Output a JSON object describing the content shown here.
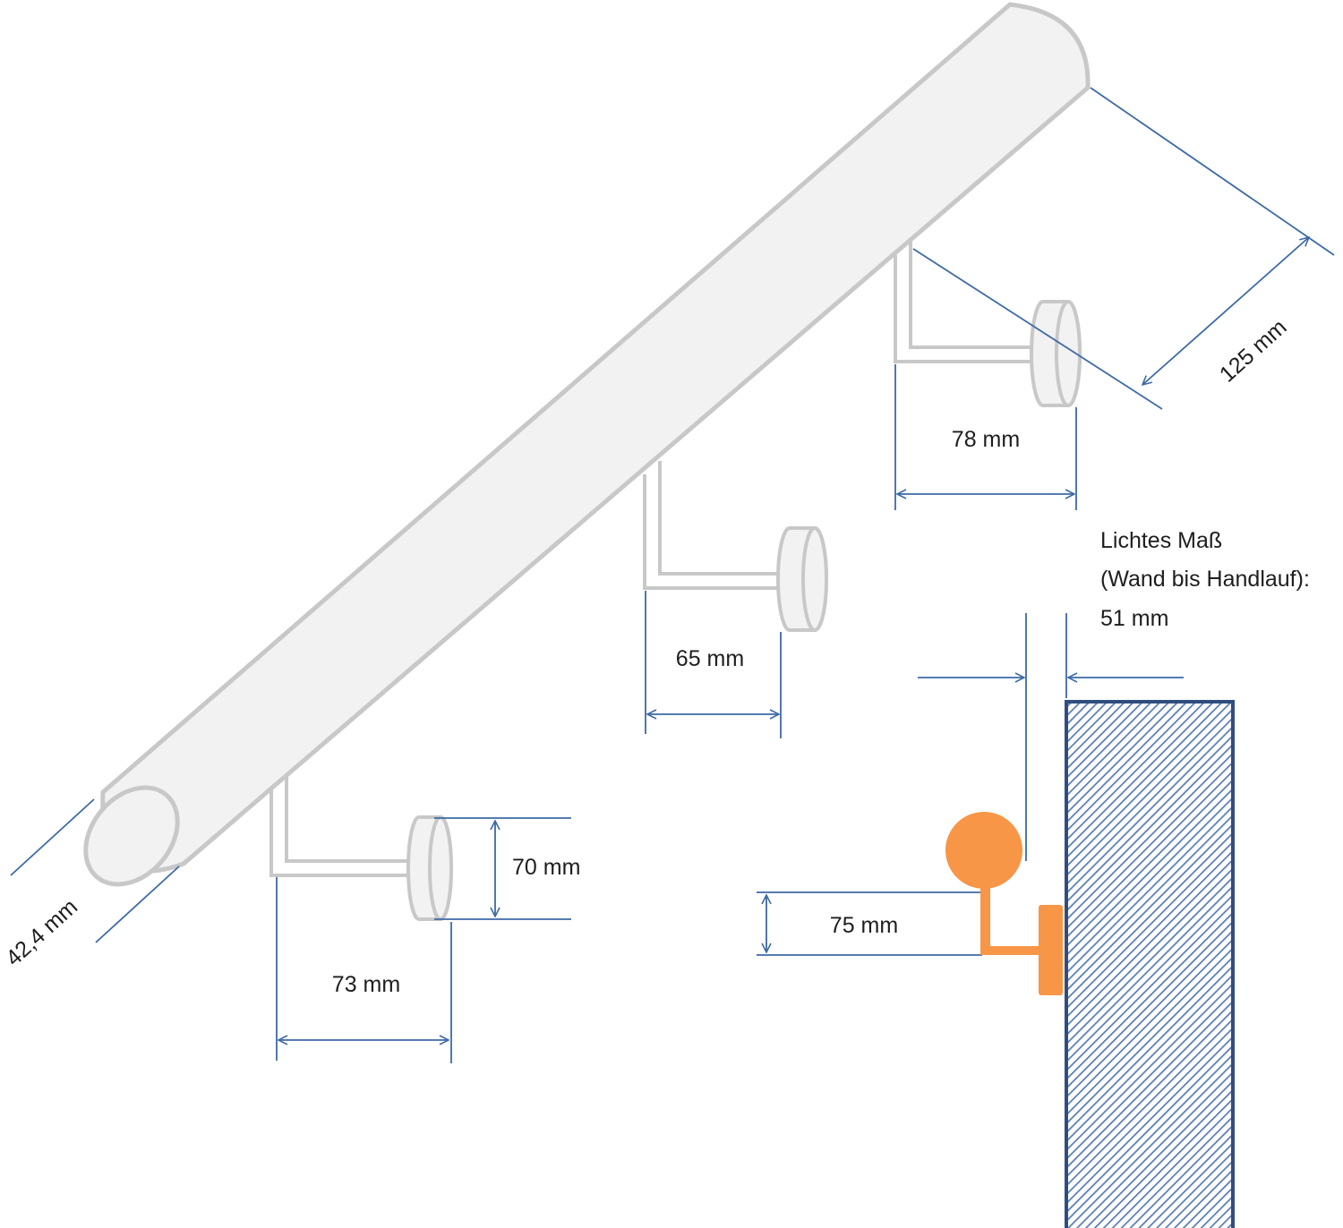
{
  "colors": {
    "rail_fill": "#f2f2f2",
    "rail_stroke": "#c8c8c8",
    "dimension_line": "#3d6aa6",
    "accent_orange": "#f79646",
    "wall_stroke": "#2f4e7e",
    "wall_hatch": "#5a7db5",
    "text": "#1e1e1e"
  },
  "labels": {
    "diameter": "42,4 mm",
    "bracket_low_width": "73 mm",
    "bracket_mid_width": "65 mm",
    "bracket_high_width": "78 mm",
    "plate_height": "70 mm",
    "wall_offset": "125  mm",
    "section_drop": "75 mm",
    "clearance_line1": "Lichtes Maß",
    "clearance_line2": "(Wand bis Handlauf):",
    "clearance_line3": "51 mm"
  }
}
